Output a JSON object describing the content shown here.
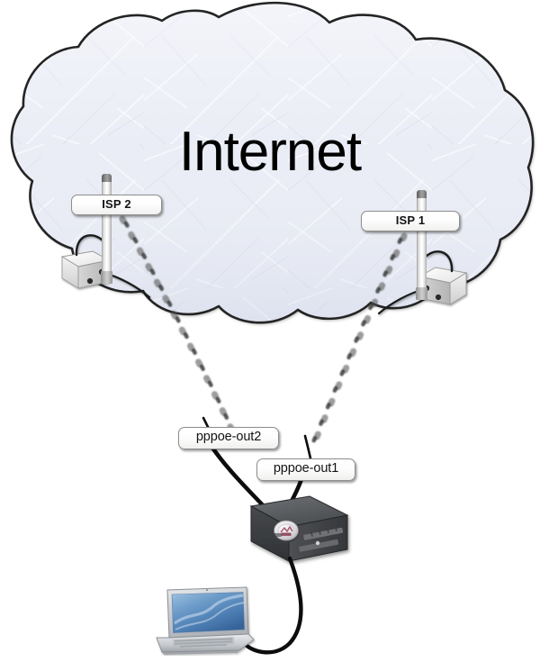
{
  "diagram": {
    "title": "Internet",
    "type": "network-topology",
    "background_color": "#ffffff",
    "cloud": {
      "label": "Internet",
      "fill_color": "#e7eaf4",
      "stroke_color": "#2b2b2b"
    },
    "labels": [
      {
        "id": "isp2",
        "text": "ISP 2"
      },
      {
        "id": "isp1",
        "text": "ISP 1"
      },
      {
        "id": "pppoe2",
        "text": "pppoe-out2"
      },
      {
        "id": "pppoe1",
        "text": "pppoe-out1"
      }
    ],
    "nodes": [
      {
        "id": "isp2-antenna",
        "kind": "antenna",
        "label": "ISP 2"
      },
      {
        "id": "isp2-station",
        "kind": "access-point",
        "label": "ISP 2"
      },
      {
        "id": "isp1-antenna",
        "kind": "antenna",
        "label": "ISP 1"
      },
      {
        "id": "isp1-station",
        "kind": "access-point",
        "label": "ISP 1"
      },
      {
        "id": "router",
        "kind": "router",
        "label": ""
      },
      {
        "id": "laptop",
        "kind": "laptop",
        "label": ""
      }
    ],
    "links": [
      {
        "from": "isp2-antenna",
        "to": "router",
        "style": "wireless",
        "label": "pppoe-out2"
      },
      {
        "from": "isp1-antenna",
        "to": "router",
        "style": "wireless",
        "label": "pppoe-out1"
      },
      {
        "from": "router",
        "to": "laptop",
        "style": "cable",
        "label": ""
      }
    ],
    "colors": {
      "cloud_fill": "#e7eaf4",
      "cloud_stroke": "#2b2b2b",
      "router_body": "#4a4c4e",
      "cable": "#111111",
      "label_border": "#8d8d8a",
      "label_text": "#141414",
      "laptop_screen": "#5d8fc4"
    }
  }
}
